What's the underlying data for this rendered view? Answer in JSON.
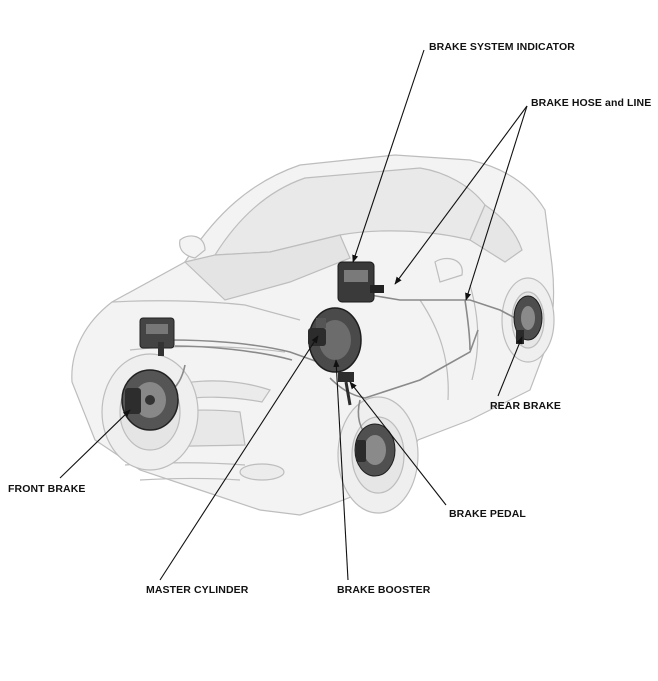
{
  "diagram": {
    "labels": {
      "brake_system_indicator": "BRAKE SYSTEM INDICATOR",
      "brake_hose_and_line": "BRAKE HOSE and LINE",
      "rear_brake": "REAR BRAKE",
      "front_brake": "FRONT BRAKE",
      "brake_pedal": "BRAKE PEDAL",
      "master_cylinder": "MASTER CYLINDER",
      "brake_booster": "BRAKE BOOSTER"
    },
    "colors": {
      "label_text": "#111111",
      "leader_line": "#111111",
      "car_body_stroke": "#b8b8b8",
      "car_body_fill": "#f2f2f2",
      "component_dark": "#2a2a2a"
    }
  }
}
